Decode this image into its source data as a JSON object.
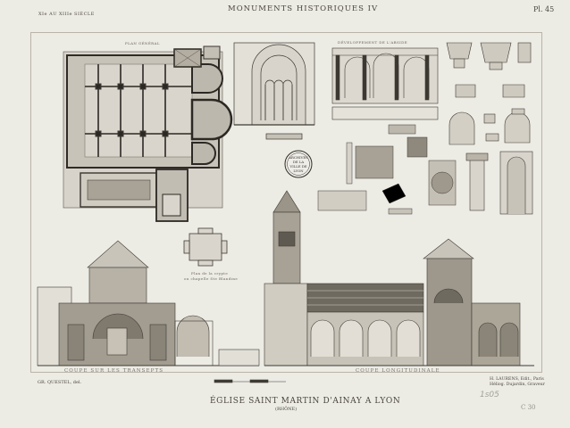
{
  "header": {
    "series_title": "MONUMENTS HISTORIQUES IV",
    "plate_number": "Pl. 45",
    "period": "XIe AU XIIIe SIÈCLE"
  },
  "labels": {
    "plan_general": "PLAN GÉNÉRAL",
    "elevation": "DÉVELOPPEMENT DE L'ABSIDE",
    "chapel_note": "Plan de la crypte",
    "chapel_note2": "ou chapelle Ste Blandine",
    "transept_section": "COUPE SUR LES TRANSEPTS",
    "longitudinal_section": "COUPE LONGITUDINALE"
  },
  "footer": {
    "title": "ÉGLISE SAINT MARTIN D'AINAY A LYON",
    "location": "(RHÔNE)",
    "left_credit": "GR. QUESTEL, del.",
    "right_credit_1": "H. LAURENS, Edit., Paris",
    "right_credit_2": "Héliog. Dujardin, Graveur"
  },
  "stamp": {
    "line1": "ARCHIVES",
    "line2": "DE LA",
    "line3": "VILLE DE",
    "line4": "LYON"
  },
  "handwriting": {
    "number": "1s05",
    "mark": "C 30"
  }
}
